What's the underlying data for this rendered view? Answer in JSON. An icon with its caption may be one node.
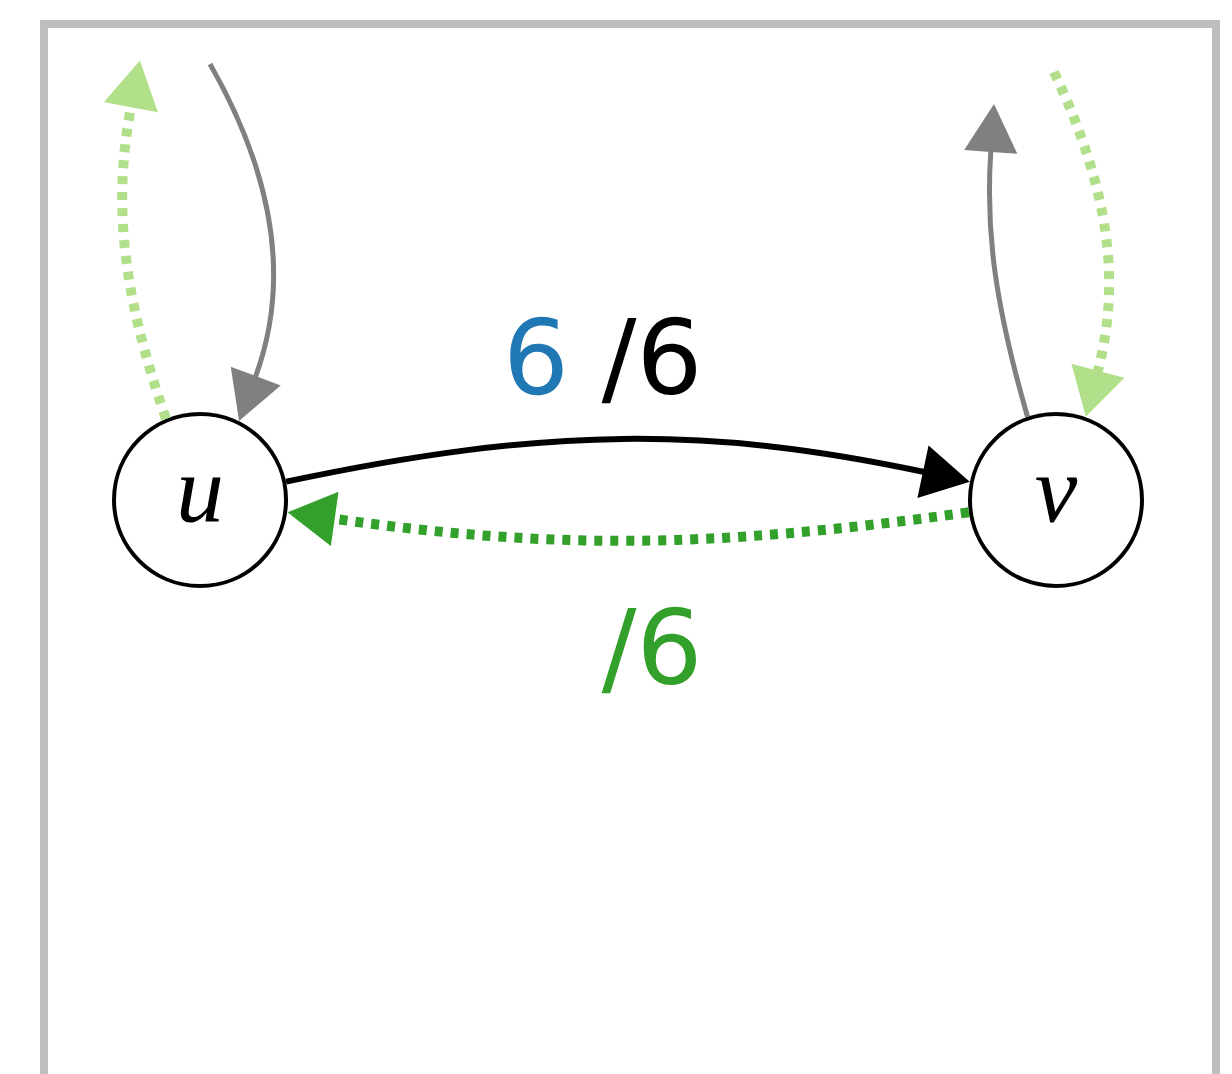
{
  "diagram": {
    "nodes": [
      {
        "text": [
          "u"
        ]
      },
      {
        "text": [
          "v"
        ]
      }
    ],
    "edges": [
      {
        "from": 0,
        "to": 1,
        "arrow": "to",
        "label": "/6",
        "color": "#000000"
      },
      {
        "from": 1,
        "to": 0,
        "arrow": "to",
        "label": "/6",
        "style": "dashed",
        "color": "#33a02c"
      },
      {
        "from": null,
        "to": 0,
        "arrow": "to",
        "color": "#808080"
      },
      {
        "from": 0,
        "to": null,
        "arrow": "to",
        "style": "dashed",
        "color": "#b2df8a"
      },
      {
        "from": 1,
        "to": null,
        "arrow": "to",
        "color": "#808080"
      },
      {
        "from": null,
        "to": 1,
        "arrow": "to",
        "style": "dashed",
        "color": "#b2df8a"
      }
    ],
    "labels": [
      "6"
    ]
  }
}
